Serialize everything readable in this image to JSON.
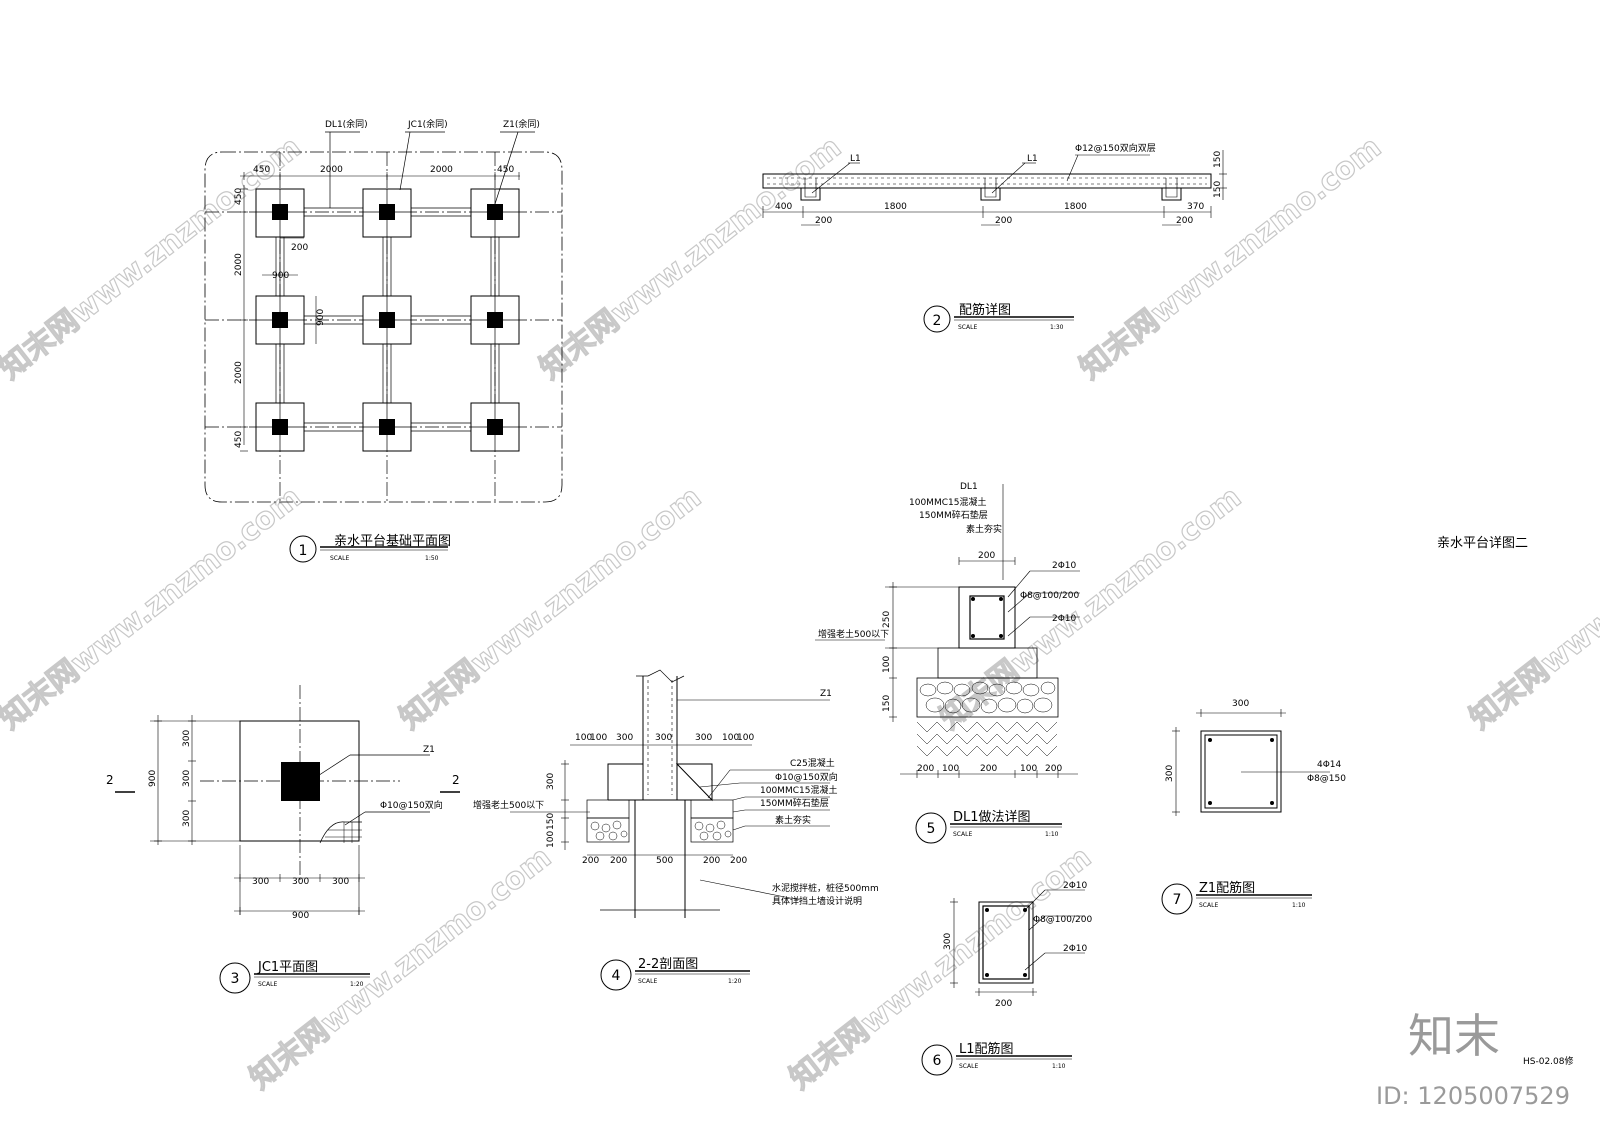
{
  "sheet": {
    "title": "亲水平台详图二",
    "sheet_code": "HS-02.08修",
    "brand_logo": "知末",
    "id_label": "ID: 1205007529",
    "watermark": "知末网www.znzmo.com"
  },
  "views": {
    "v1": {
      "number": "1",
      "title": "亲水平台基础平面图",
      "scale_label": "SCALE",
      "scale": "1:50",
      "labels": {
        "dl1": "DL1(余同)",
        "jc1": "JC1(余同)",
        "z1": "Z1(余同)"
      },
      "dims_top": [
        "450",
        "2000",
        "2000",
        "450"
      ],
      "dims_left": [
        "450",
        "2000",
        "2000",
        "450"
      ],
      "dim_200": "200",
      "dim_900": "900",
      "dim_900v": "900"
    },
    "v2": {
      "number": "2",
      "title": "配筋详图",
      "scale_label": "SCALE",
      "scale": "1:30",
      "labels": {
        "l1a": "L1",
        "l1b": "L1",
        "rebar": "Φ12@150双向双层"
      },
      "dims_bottom": [
        "400",
        "1800",
        "1800",
        "370"
      ],
      "dims_beam": [
        "200",
        "200",
        "200"
      ],
      "dims_right": [
        "150",
        "150"
      ]
    },
    "v3": {
      "number": "3",
      "title": "JC1平面图",
      "scale_label": "SCALE",
      "scale": "1:20",
      "label_z1": "Z1",
      "label_rebar": "Φ10@150双向",
      "section_mark": "2",
      "dims_left": [
        "300",
        "300",
        "300"
      ],
      "dim_total_left": "900",
      "dims_bottom": [
        "300",
        "300",
        "300"
      ],
      "dim_total_bottom": "900"
    },
    "v4": {
      "number": "4",
      "title": "2-2剖面图",
      "scale_label": "SCALE",
      "scale": "1:20",
      "label_z1": "Z1",
      "layers": [
        "C25混凝土",
        "Φ10@150双向",
        "100MMC15混凝土",
        "150MM碎石垫层",
        "素土夯实"
      ],
      "note_pile": "水泥搅拌桩，桩径500mm",
      "note_pile2": "具体详挡土墙设计说明",
      "note_water": "增强老土500以下",
      "dims_top": [
        "100",
        "100",
        "300",
        "300",
        "300",
        "100",
        "100"
      ],
      "dims_left": [
        "300",
        "150",
        "100"
      ],
      "dims_bottom": [
        "200",
        "200",
        "500",
        "200",
        "200"
      ]
    },
    "v5": {
      "number": "5",
      "title": "DL1做法详图",
      "scale_label": "SCALE",
      "scale": "1:10",
      "callouts": [
        "DL1",
        "100MMC15混凝土",
        "150MM碎石垫层",
        "素土夯实"
      ],
      "rebars": [
        "2Φ10",
        "Φ8@100/200",
        "2Φ10"
      ],
      "note_water": "增强老土500以下",
      "dim_top": "200",
      "dims_left": [
        "250",
        "100",
        "150"
      ],
      "dims_bottom": [
        "200",
        "100",
        "200",
        "100",
        "200"
      ]
    },
    "v6": {
      "number": "6",
      "title": "L1配筋图",
      "scale_label": "SCALE",
      "scale": "1:10",
      "rebars": [
        "2Φ10",
        "Φ8@100/200",
        "2Φ10"
      ],
      "dim_left": "300",
      "dim_bottom": "200"
    },
    "v7": {
      "number": "7",
      "title": "Z1配筋图",
      "scale_label": "SCALE",
      "scale": "1:10",
      "rebars": [
        "4Φ14",
        "Φ8@150"
      ],
      "dim_top": "300",
      "dim_left": "300"
    }
  }
}
